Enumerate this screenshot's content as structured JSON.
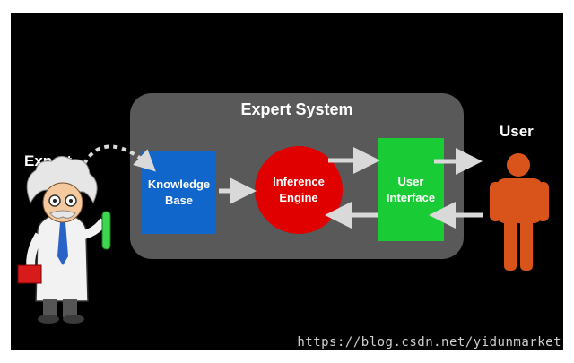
{
  "diagram": {
    "title": "Expert System",
    "expert_label": "Expert",
    "user_label": "User",
    "knowledge_base": [
      "Knowledge",
      "Base"
    ],
    "inference_engine": [
      "Inference",
      "Engine"
    ],
    "user_interface": [
      "User",
      "Interface"
    ],
    "colors": {
      "background": "#000000",
      "system_box": "#595959",
      "knowledge_base": "#1166cc",
      "inference_engine": "#e00000",
      "user_interface": "#19cc36",
      "user_figure": "#d9541a",
      "arrow": "#d9d9d9"
    }
  },
  "watermark": "https://blog.csdn.net/yidunmarket"
}
